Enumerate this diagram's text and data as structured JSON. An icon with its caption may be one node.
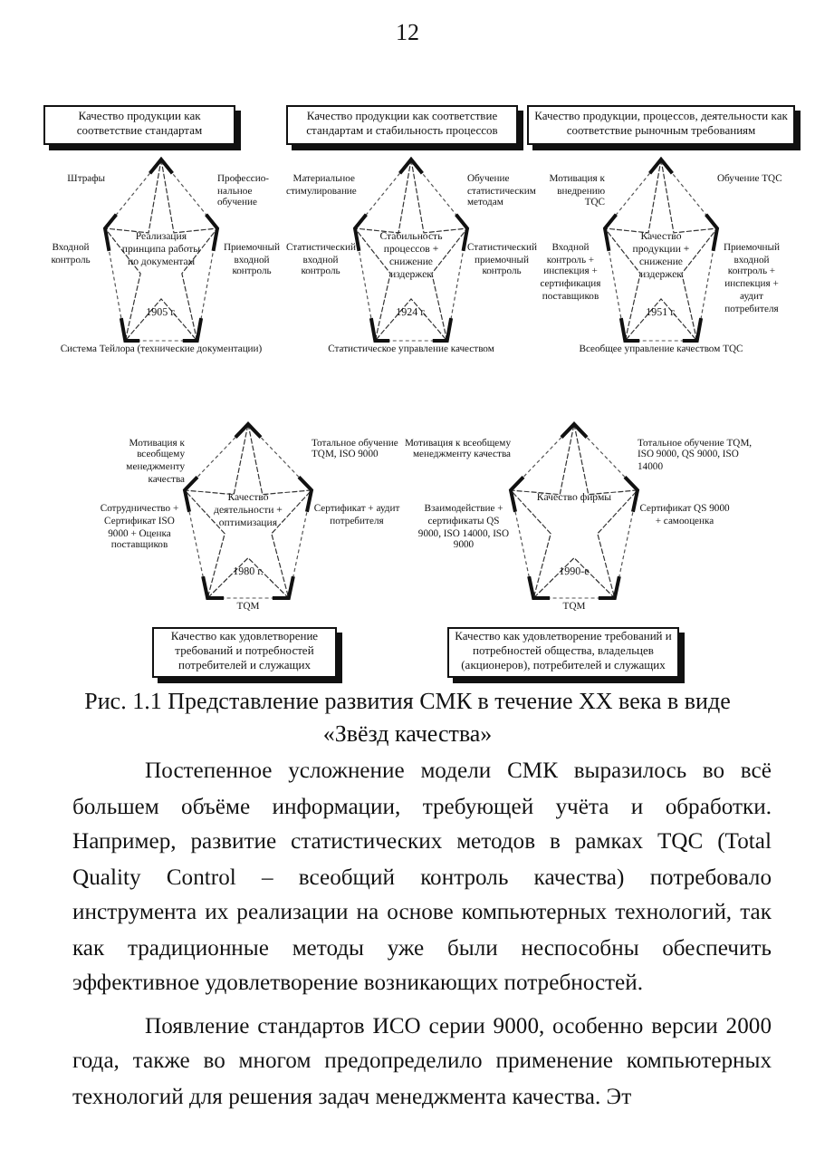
{
  "diagram": {
    "caption": "Рис. 1.1 Представление развития СМК в течение XX века в виде «Звёзд качества»",
    "nodes": [
      {
        "text": [
          "Качество продукции как соответствие стандартам"
        ]
      },
      {
        "text": [
          "Качество продукции как соответствие стандартам и стабильность процессов"
        ]
      },
      {
        "text": [
          "Качество продукции, процессов, деятельности как соответствие рыночным требованиям"
        ]
      },
      {
        "text": [
          "Реализация принципа работы по документам",
          "1905 г."
        ],
        "beside": [
          "Штрафы",
          "Профессио- нальное обучение",
          "Входной контроль",
          "Приемочный входной контроль",
          "Система Тейлора (технические документации)"
        ]
      },
      {
        "text": [
          "Стабильность процессов + снижение издержек",
          "1924 г."
        ],
        "beside": [
          "Материальное стимулирование",
          "Обучение статистическим методам",
          "Статистический входной контроль",
          "Статистический приемочный контроль",
          "Статистическое управление качеством"
        ]
      },
      {
        "text": [
          "Качество продукции + снижение издержек",
          "1951 г."
        ],
        "beside": [
          "Мотивация к внедрению TQC",
          "Обучение TQC",
          "Входной контроль + инспекция + сертификация поставщиков",
          "Приемочный входной контроль + инспекция + аудит потребителя",
          "Всеобщее управление качеством TQC"
        ]
      },
      {
        "text": [
          "Качество деятельности + оптимизация",
          "1980 г."
        ],
        "beside": [
          "Мотивация к всеобщему менеджменту качества",
          "Тотальное обучение TQM, ISO 9000",
          "Сотрудничество + Сертификат ISO 9000 + Оценка поставщиков",
          "Сертификат + аудит потребителя",
          "TQM"
        ]
      },
      {
        "text": [
          "Качество как удовлетворение требований и потребностей потребителей и служащих"
        ]
      },
      {
        "text": [
          "Качество фирмы",
          "1990-е"
        ],
        "beside": [
          "Мотивация к всеобщему менеджменту качества",
          "Тотальное обучение TQM, ISO 9000, QS 9000, ISO 14000",
          "Взаимодействие + сертификаты QS 9000, ISO 14000, ISO 9000",
          "Сертификат QS 9000 + самооценка",
          "TQM"
        ]
      },
      {
        "text": [
          "Качество как удовлетворение требований и потребностей общества, владельцев (акционеров), потребителей и служащих"
        ]
      }
    ],
    "labels": [
      "12",
      "Постепенное усложнение модели СМК выразилось во всё большем объёме информации, требующей учёта и обработки. Например, развитие статистических методов в рамках TQC (Total Quality Control – всеобщий контроль качества) потребовало инструмента их реализации на основе компьютерных технологий, так как традиционные методы уже были неспособны обеспечить эффективное удовлетворение возникающих потребностей.",
      "Появление стандартов ИСО серии 9000, особенно версии 2000 года, также во многом предопределило применение компьютерных технологий для решения задач менеджмента качества. Эт"
    ]
  }
}
